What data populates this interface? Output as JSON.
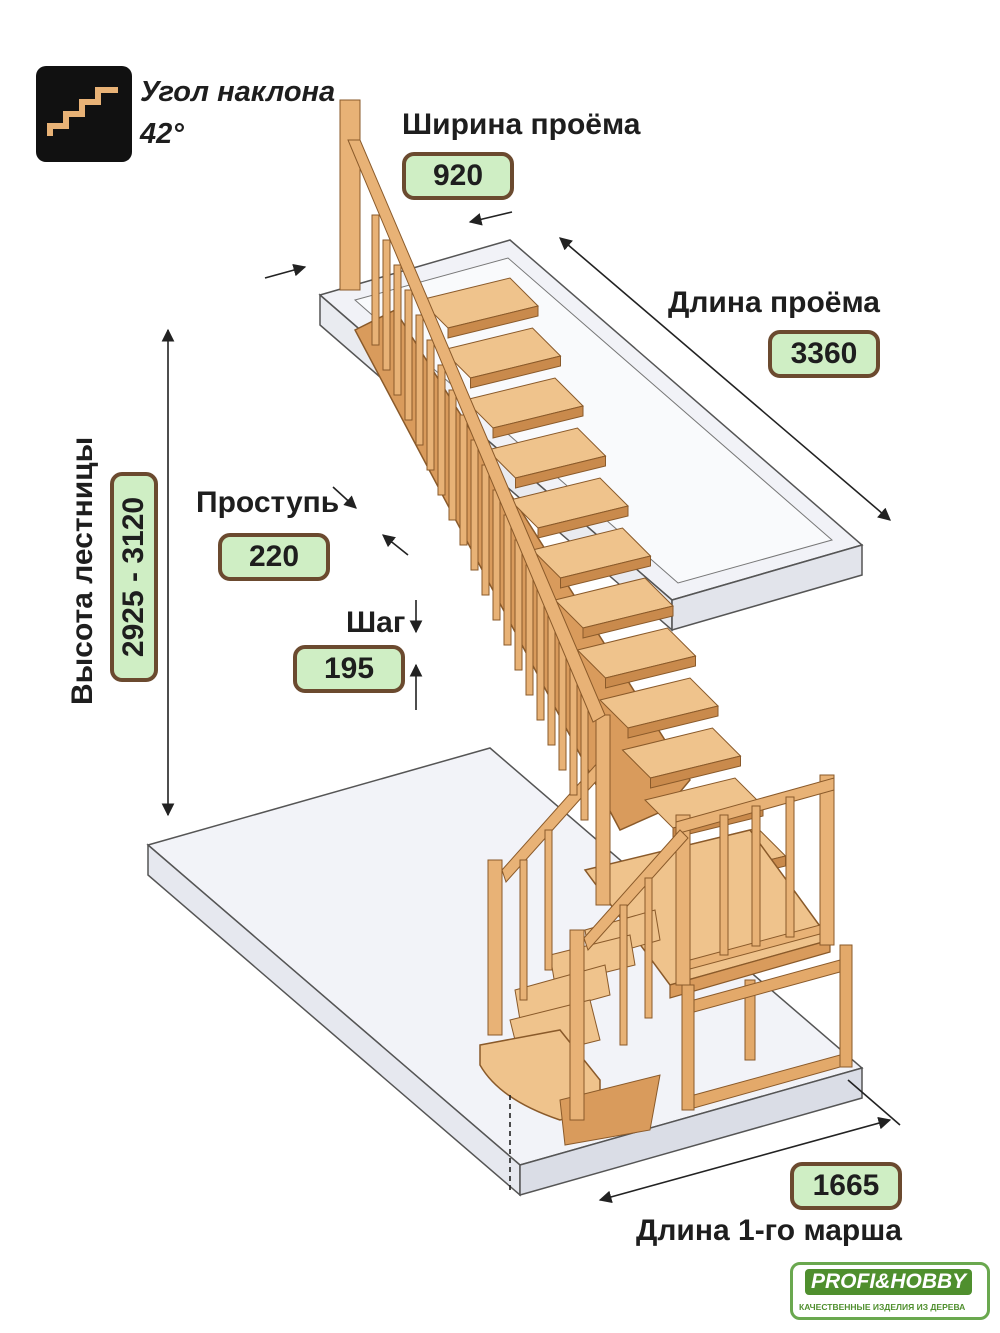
{
  "angle": {
    "label": "Угол наклона",
    "value": "42°"
  },
  "opening_width": {
    "label": "Ширина проёма",
    "value": "920"
  },
  "opening_length": {
    "label": "Длина проёма",
    "value": "3360"
  },
  "tread": {
    "label": "Проступь",
    "value": "220"
  },
  "step": {
    "label": "Шаг",
    "value": "195"
  },
  "height": {
    "label": "Высота лестницы",
    "value": "2925 - 3120"
  },
  "first_flight": {
    "label": "Длина 1-го марша",
    "value": "1665"
  },
  "brand": {
    "name": "PROFI&HOBBY",
    "tagline": "КАЧЕСТВЕННЫЕ ИЗДЕЛИЯ ИЗ ДЕРЕВА"
  },
  "colors": {
    "wood": "#e8b276",
    "wood_dark": "#b97a3f",
    "badge_bg": "#cfeec4",
    "badge_border": "#6b4a2f",
    "slab": "#eef0f5",
    "brand": "#4f8f2e"
  }
}
